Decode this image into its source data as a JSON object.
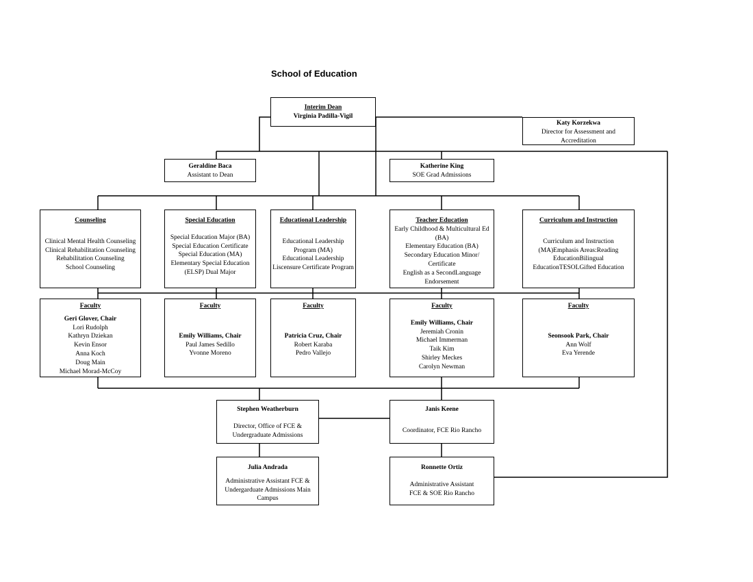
{
  "title": "School of Education",
  "dean": {
    "title": "Interim Dean",
    "name": "Virginia Padilla-Vigil"
  },
  "assessment": {
    "name": "Katy Korzekwa",
    "role": "Director for Assessment and Accreditation"
  },
  "assistant": {
    "name": "Geraldine Baca",
    "role": "Assistant to Dean"
  },
  "grad": {
    "name": "Katherine King",
    "role": "SOE Grad Admissions"
  },
  "departments": [
    {
      "name": "Counseling",
      "programs": "Clinical Mental Health Counseling\nClinical Rehabilitation Counseling\nRehabilitation Counseling\nSchool Counseling"
    },
    {
      "name": "Special Education",
      "programs": "Special Education Major (BA)\nSpecial Education Certificate\nSpecial Education (MA)\nElementary Special Education\n(ELSP) Dual Major"
    },
    {
      "name": "Educational Leadership",
      "programs": "Educational Leadership\nProgram (MA)\nEducational Leadership\nLiscensure Certificate Program"
    },
    {
      "name": "Teacher Education",
      "programs": "Early Childhood & Multicultural Ed\n(BA)\nElementary Education (BA)\nSecondary Education Minor/\nCertificate\nEnglish as a SecondLanguage\nEndorsement"
    },
    {
      "name": "Curriculum and Instruction",
      "programs": "Curriculum and Instruction\n(MA)Emphasis Areas:Reading\nEducationBilingual\nEducationTESOLGifted Education"
    }
  ],
  "faculty": [
    {
      "heading": "Faculty",
      "chair": "Geri Glover, Chair",
      "members": "Lori Rudolph\nKathryn Dziekan\nKevin Ensor\nAnna Koch\nDoug Main\nMichael Morad-McCoy"
    },
    {
      "heading": "Faculty",
      "chair": "Emily Williams, Chair",
      "members": "Paul James Sedillo\nYvonne Moreno"
    },
    {
      "heading": "Faculty",
      "chair": "Patricia Cruz, Chair",
      "members": "Robert Karaba\nPedro Vallejo"
    },
    {
      "heading": "Faculty",
      "chair": "Emily Williams, Chair",
      "members": "Jeremiah Cronin\nMichael Immerman\nTaik Kim\nShirley Meckes\nCarolyn Newman"
    },
    {
      "heading": "Faculty",
      "chair": "Seonsook Park, Chair",
      "members": "Ann Wolf\nEva Yerende"
    }
  ],
  "fce_director": {
    "name": "Stephen Weatherburn",
    "role": "Director, Office of FCE &\nUndergraduate Admissions"
  },
  "fce_coord": {
    "name": "Janis Keene",
    "role": "Coordinator, FCE Rio Rancho"
  },
  "admin_main": {
    "name": "Julia Andrada",
    "role": "Administrative Assistant FCE &\nUndergarduate Admissions Main\nCampus"
  },
  "admin_rr": {
    "name": "Ronnette Ortiz",
    "role": "Administrative Assistant\nFCE & SOE Rio Rancho"
  }
}
